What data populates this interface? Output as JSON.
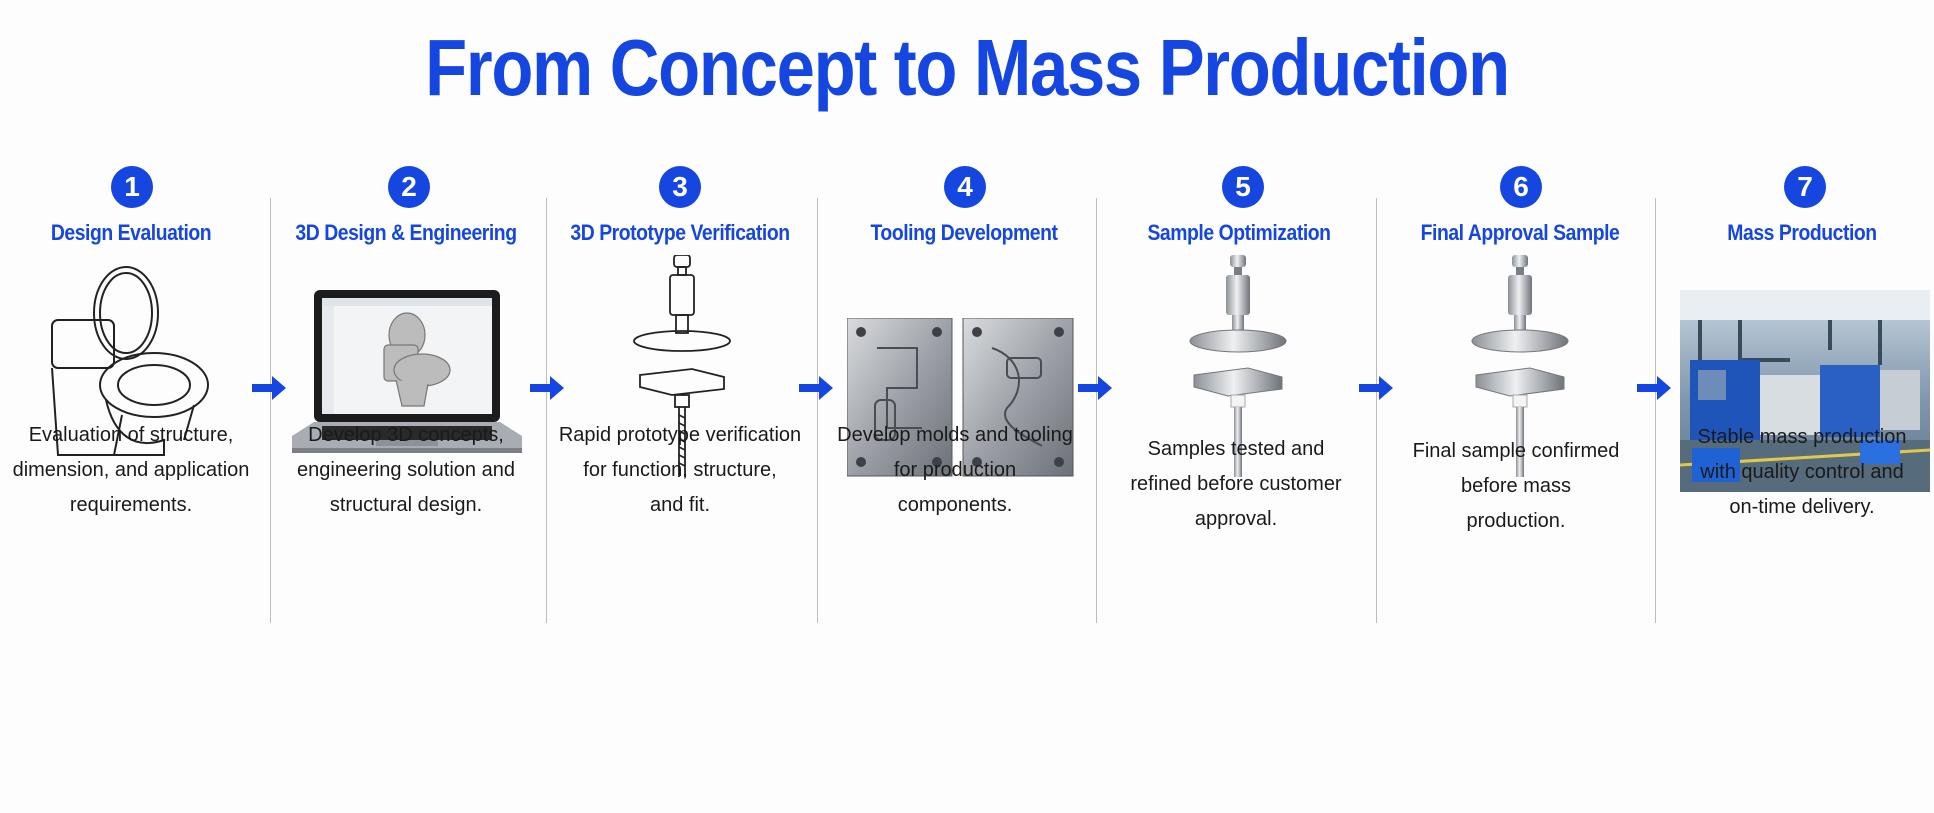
{
  "title": "From Concept to Mass Production",
  "colors": {
    "accent": "#1546e0",
    "text": "#1a1a1a",
    "divider": "#bdbdbd"
  },
  "steps": [
    {
      "number": "1",
      "title": "Design Evaluation",
      "desc": [
        "Evaluation of structure,",
        "dimension, and application",
        "requirements."
      ],
      "icon": "toilet-sketch-icon"
    },
    {
      "number": "2",
      "title": "3D Design & Engineering",
      "desc": [
        "Develop 3D concepts,",
        "engineering solution and",
        "structural design."
      ],
      "icon": "laptop-cad-icon"
    },
    {
      "number": "3",
      "title": "3D Prototype Verification",
      "desc": [
        "Rapid prototype verification",
        "for function, structure,",
        "and fit."
      ],
      "icon": "bolt-sketch-icon"
    },
    {
      "number": "4",
      "title": "Tooling Development",
      "desc": [
        "Develop molds and tooling",
        "for production",
        "components."
      ],
      "icon": "mold-icon"
    },
    {
      "number": "5",
      "title": "Sample Optimization",
      "desc": [
        "Samples tested and",
        "refined before customer",
        "approval."
      ],
      "icon": "steel-bolt-icon"
    },
    {
      "number": "6",
      "title": "Final Approval Sample",
      "desc": [
        "Final sample confirmed",
        "before mass",
        "production."
      ],
      "icon": "steel-bolt-icon"
    },
    {
      "number": "7",
      "title": "Mass Production",
      "desc": [
        "Stable mass production",
        "with quality control and",
        "on-time delivery."
      ],
      "icon": "factory-photo-icon"
    }
  ]
}
